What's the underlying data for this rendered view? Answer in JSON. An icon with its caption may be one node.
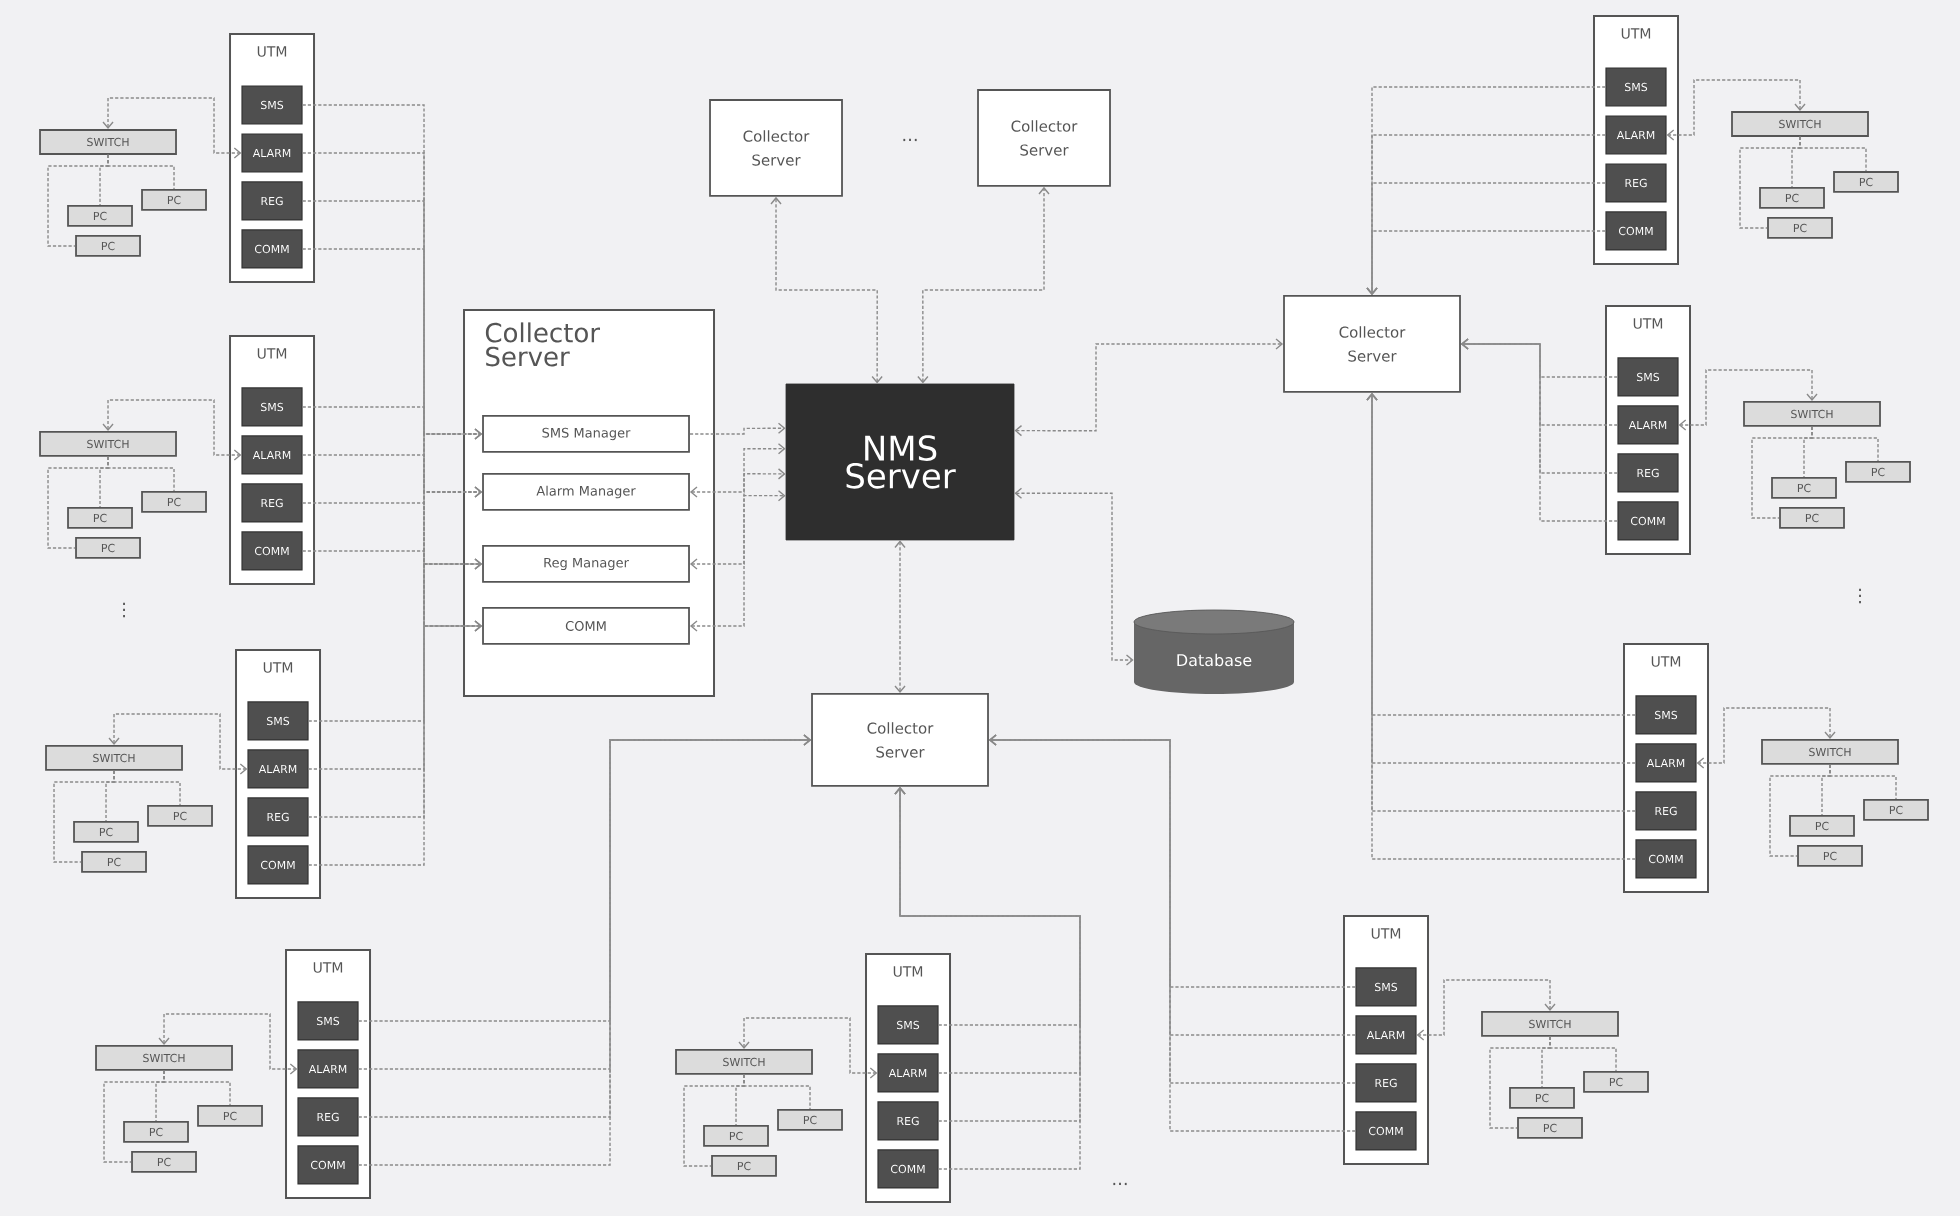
{
  "diagram": {
    "nodes": [
      {
        "text": [
          "Collector Server"
        ]
      },
      {
        "text": [
          "Collector Server"
        ]
      },
      {
        "text": [
          "Collector Server"
        ]
      },
      {
        "text": [
          "SMS Manager"
        ],
        "in": 2
      },
      {
        "text": [
          "Alarm Manager"
        ],
        "in": 2
      },
      {
        "text": [
          "Reg Manager"
        ],
        "in": 2
      },
      {
        "text": [
          "COMM"
        ],
        "in": 2
      },
      {
        "text": [
          "NMS Server"
        ]
      },
      {
        "text": [
          "Collector Server"
        ]
      },
      {
        "text": [
          "Database"
        ]
      },
      {
        "text": [
          "Collector Server"
        ]
      },
      {
        "text": [
          "UTM"
        ]
      },
      {
        "text": [
          "SMS"
        ],
        "in": 11
      },
      {
        "text": [
          "ALARM"
        ],
        "in": 11
      },
      {
        "text": [
          "REG"
        ],
        "in": 11
      },
      {
        "text": [
          "COMM"
        ],
        "in": 11
      },
      {
        "text": [
          "SWITCH"
        ]
      },
      {
        "text": [
          "PC"
        ]
      },
      {
        "text": [
          "PC"
        ]
      },
      {
        "text": [
          "PC"
        ]
      },
      {
        "text": [
          "UTM"
        ]
      },
      {
        "text": [
          "SMS"
        ],
        "in": 20
      },
      {
        "text": [
          "ALARM"
        ],
        "in": 20
      },
      {
        "text": [
          "REG"
        ],
        "in": 20
      },
      {
        "text": [
          "COMM"
        ],
        "in": 20
      },
      {
        "text": [
          "SWITCH"
        ]
      },
      {
        "text": [
          "PC"
        ]
      },
      {
        "text": [
          "PC"
        ]
      },
      {
        "text": [
          "PC"
        ]
      },
      {
        "text": [
          "UTM"
        ]
      },
      {
        "text": [
          "SMS"
        ],
        "in": 29
      },
      {
        "text": [
          "ALARM"
        ],
        "in": 29
      },
      {
        "text": [
          "REG"
        ],
        "in": 29
      },
      {
        "text": [
          "COMM"
        ],
        "in": 29
      },
      {
        "text": [
          "SWITCH"
        ]
      },
      {
        "text": [
          "PC"
        ]
      },
      {
        "text": [
          "PC"
        ]
      },
      {
        "text": [
          "PC"
        ]
      },
      {
        "text": [
          "UTM"
        ]
      },
      {
        "text": [
          "SMS"
        ],
        "in": 38
      },
      {
        "text": [
          "ALARM"
        ],
        "in": 38
      },
      {
        "text": [
          "REG"
        ],
        "in": 38
      },
      {
        "text": [
          "COMM"
        ],
        "in": 38
      },
      {
        "text": [
          "SWITCH"
        ]
      },
      {
        "text": [
          "PC"
        ]
      },
      {
        "text": [
          "PC"
        ]
      },
      {
        "text": [
          "PC"
        ]
      },
      {
        "text": [
          "UTM"
        ]
      },
      {
        "text": [
          "SMS"
        ],
        "in": 47
      },
      {
        "text": [
          "ALARM"
        ],
        "in": 47
      },
      {
        "text": [
          "REG"
        ],
        "in": 47
      },
      {
        "text": [
          "COMM"
        ],
        "in": 47
      },
      {
        "text": [
          "SWITCH"
        ]
      },
      {
        "text": [
          "PC"
        ]
      },
      {
        "text": [
          "PC"
        ]
      },
      {
        "text": [
          "PC"
        ]
      },
      {
        "text": [
          "UTM"
        ]
      },
      {
        "text": [
          "SMS"
        ],
        "in": 56
      },
      {
        "text": [
          "ALARM"
        ],
        "in": 56
      },
      {
        "text": [
          "REG"
        ],
        "in": 56
      },
      {
        "text": [
          "COMM"
        ],
        "in": 56
      },
      {
        "text": [
          "SWITCH"
        ]
      },
      {
        "text": [
          "PC"
        ]
      },
      {
        "text": [
          "PC"
        ]
      },
      {
        "text": [
          "PC"
        ]
      },
      {
        "text": [
          "UTM"
        ]
      },
      {
        "text": [
          "SMS"
        ],
        "in": 65
      },
      {
        "text": [
          "ALARM"
        ],
        "in": 65
      },
      {
        "text": [
          "REG"
        ],
        "in": 65
      },
      {
        "text": [
          "COMM"
        ],
        "in": 65
      },
      {
        "text": [
          "SWITCH"
        ]
      },
      {
        "text": [
          "PC"
        ]
      },
      {
        "text": [
          "PC"
        ]
      },
      {
        "text": [
          "PC"
        ]
      },
      {
        "text": [
          "UTM"
        ]
      },
      {
        "text": [
          "SMS"
        ],
        "in": 74
      },
      {
        "text": [
          "ALARM"
        ],
        "in": 74
      },
      {
        "text": [
          "REG"
        ],
        "in": 74
      },
      {
        "text": [
          "COMM"
        ],
        "in": 74
      },
      {
        "text": [
          "SWITCH"
        ]
      },
      {
        "text": [
          "PC"
        ]
      },
      {
        "text": [
          "PC"
        ]
      },
      {
        "text": [
          "PC"
        ]
      },
      {
        "text": [
          "UTM"
        ]
      },
      {
        "text": [
          "SMS"
        ],
        "in": 83
      },
      {
        "text": [
          "ALARM"
        ],
        "in": 83
      },
      {
        "text": [
          "REG"
        ],
        "in": 83
      },
      {
        "text": [
          "COMM"
        ],
        "in": 83
      },
      {
        "text": [
          "SWITCH"
        ]
      },
      {
        "text": [
          "PC"
        ]
      },
      {
        "text": [
          "PC"
        ]
      },
      {
        "text": [
          "PC"
        ]
      }
    ],
    "edges": [
      {
        "from": 7,
        "to": 0,
        "arrow": "both"
      },
      {
        "from": 7,
        "to": 1,
        "arrow": "both"
      },
      {
        "from": 3,
        "to": 7,
        "arrow": "to"
      },
      {
        "from": 4,
        "to": 7,
        "arrow": "both"
      },
      {
        "from": 5,
        "to": 7,
        "arrow": "both"
      },
      {
        "from": 6,
        "to": 7,
        "arrow": "both"
      },
      {
        "from": 7,
        "to": 8,
        "arrow": "both"
      },
      {
        "from": 7,
        "to": 9,
        "arrow": "both"
      },
      {
        "from": 7,
        "to": 10,
        "arrow": "both"
      },
      {
        "from": 16,
        "to": 13,
        "arrow": "both"
      },
      {
        "from": 16,
        "to": 17,
        "arrow": "none"
      },
      {
        "from": 16,
        "to": 18,
        "arrow": "none"
      },
      {
        "from": 16,
        "to": 19,
        "arrow": "none"
      },
      {
        "from": 12,
        "to": 3,
        "arrow": "to"
      },
      {
        "from": 13,
        "to": 4,
        "arrow": "to"
      },
      {
        "from": 14,
        "to": 5,
        "arrow": "to"
      },
      {
        "from": 15,
        "to": 6,
        "arrow": "to"
      },
      {
        "from": 25,
        "to": 22,
        "arrow": "both"
      },
      {
        "from": 25,
        "to": 26,
        "arrow": "none"
      },
      {
        "from": 25,
        "to": 27,
        "arrow": "none"
      },
      {
        "from": 25,
        "to": 28,
        "arrow": "none"
      },
      {
        "from": 21,
        "to": 3,
        "arrow": "to"
      },
      {
        "from": 22,
        "to": 4,
        "arrow": "to"
      },
      {
        "from": 23,
        "to": 5,
        "arrow": "to"
      },
      {
        "from": 24,
        "to": 6,
        "arrow": "to"
      },
      {
        "from": 34,
        "to": 31,
        "arrow": "both"
      },
      {
        "from": 34,
        "to": 35,
        "arrow": "none"
      },
      {
        "from": 34,
        "to": 36,
        "arrow": "none"
      },
      {
        "from": 34,
        "to": 37,
        "arrow": "none"
      },
      {
        "from": 30,
        "to": 3,
        "arrow": "to"
      },
      {
        "from": 31,
        "to": 4,
        "arrow": "to"
      },
      {
        "from": 32,
        "to": 5,
        "arrow": "to"
      },
      {
        "from": 33,
        "to": 6,
        "arrow": "to"
      },
      {
        "from": 43,
        "to": 40,
        "arrow": "both"
      },
      {
        "from": 43,
        "to": 44,
        "arrow": "none"
      },
      {
        "from": 43,
        "to": 45,
        "arrow": "none"
      },
      {
        "from": 43,
        "to": 46,
        "arrow": "none"
      },
      {
        "from": 39,
        "to": 10,
        "arrow": "to"
      },
      {
        "from": 40,
        "to": 10,
        "arrow": "to"
      },
      {
        "from": 41,
        "to": 10,
        "arrow": "to"
      },
      {
        "from": 42,
        "to": 10,
        "arrow": "to"
      },
      {
        "from": 52,
        "to": 49,
        "arrow": "both"
      },
      {
        "from": 52,
        "to": 53,
        "arrow": "none"
      },
      {
        "from": 52,
        "to": 54,
        "arrow": "none"
      },
      {
        "from": 52,
        "to": 55,
        "arrow": "none"
      },
      {
        "from": 48,
        "to": 10,
        "arrow": "to"
      },
      {
        "from": 49,
        "to": 10,
        "arrow": "to"
      },
      {
        "from": 50,
        "to": 10,
        "arrow": "to"
      },
      {
        "from": 51,
        "to": 10,
        "arrow": "to"
      },
      {
        "from": 61,
        "to": 58,
        "arrow": "both"
      },
      {
        "from": 61,
        "to": 62,
        "arrow": "none"
      },
      {
        "from": 61,
        "to": 63,
        "arrow": "none"
      },
      {
        "from": 61,
        "to": 64,
        "arrow": "none"
      },
      {
        "from": 57,
        "to": 10,
        "arrow": "to"
      },
      {
        "from": 58,
        "to": 10,
        "arrow": "to"
      },
      {
        "from": 59,
        "to": 10,
        "arrow": "to"
      },
      {
        "from": 60,
        "to": 10,
        "arrow": "to"
      },
      {
        "from": 70,
        "to": 67,
        "arrow": "both"
      },
      {
        "from": 70,
        "to": 71,
        "arrow": "none"
      },
      {
        "from": 70,
        "to": 72,
        "arrow": "none"
      },
      {
        "from": 70,
        "to": 73,
        "arrow": "none"
      },
      {
        "from": 66,
        "to": 8,
        "arrow": "to"
      },
      {
        "from": 67,
        "to": 8,
        "arrow": "to"
      },
      {
        "from": 68,
        "to": 8,
        "arrow": "to"
      },
      {
        "from": 69,
        "to": 8,
        "arrow": "to"
      },
      {
        "from": 79,
        "to": 76,
        "arrow": "both"
      },
      {
        "from": 79,
        "to": 80,
        "arrow": "none"
      },
      {
        "from": 79,
        "to": 81,
        "arrow": "none"
      },
      {
        "from": 79,
        "to": 82,
        "arrow": "none"
      },
      {
        "from": 75,
        "to": 8,
        "arrow": "to"
      },
      {
        "from": 76,
        "to": 8,
        "arrow": "to"
      },
      {
        "from": 77,
        "to": 8,
        "arrow": "to"
      },
      {
        "from": 78,
        "to": 8,
        "arrow": "to"
      },
      {
        "from": 88,
        "to": 85,
        "arrow": "both"
      },
      {
        "from": 88,
        "to": 89,
        "arrow": "none"
      },
      {
        "from": 88,
        "to": 90,
        "arrow": "none"
      },
      {
        "from": 88,
        "to": 91,
        "arrow": "none"
      },
      {
        "from": 84,
        "to": 8,
        "arrow": "to"
      },
      {
        "from": 85,
        "to": 8,
        "arrow": "to"
      },
      {
        "from": 86,
        "to": 8,
        "arrow": "to"
      },
      {
        "from": 87,
        "to": 8,
        "arrow": "to"
      }
    ],
    "labels": [
      "...",
      "⋮",
      "⋮",
      "..."
    ]
  }
}
